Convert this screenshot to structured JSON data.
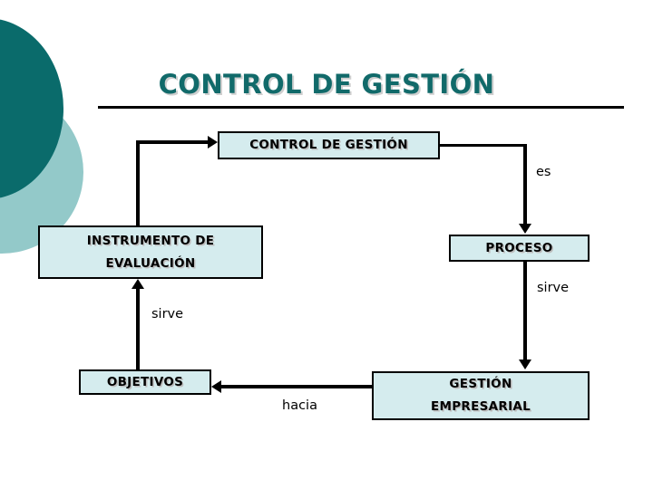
{
  "slide": {
    "title": "CONTROL DE GESTIÓN",
    "title_color": "#116a6a",
    "background_color": "#ffffff",
    "decoration": {
      "circle_dark_color": "#0a6b6b",
      "circle_light_color": "#93c9c9"
    }
  },
  "diagram": {
    "box_fill_color": "#d5ecee",
    "box_border_color": "#000000",
    "nodes": [
      {
        "id": "control",
        "label": "CONTROL DE GESTIÓN"
      },
      {
        "id": "instrumento",
        "label_line1": "INSTRUMENTO DE",
        "label_line2": "EVALUACIÓN"
      },
      {
        "id": "proceso",
        "label": "PROCESO"
      },
      {
        "id": "objetivos",
        "label": "OBJETIVOS"
      },
      {
        "id": "gestion",
        "label_line1": "GESTIÓN",
        "label_line2": "EMPRESARIAL"
      }
    ],
    "edges": [
      {
        "id": "instrumento-to-control",
        "label": ""
      },
      {
        "id": "control-to-proceso",
        "label": "es"
      },
      {
        "id": "proceso-to-gestion",
        "label": "sirve"
      },
      {
        "id": "gestion-to-objetivos",
        "label": "hacia"
      },
      {
        "id": "objetivos-to-instrumento",
        "label": "sirve"
      }
    ]
  }
}
